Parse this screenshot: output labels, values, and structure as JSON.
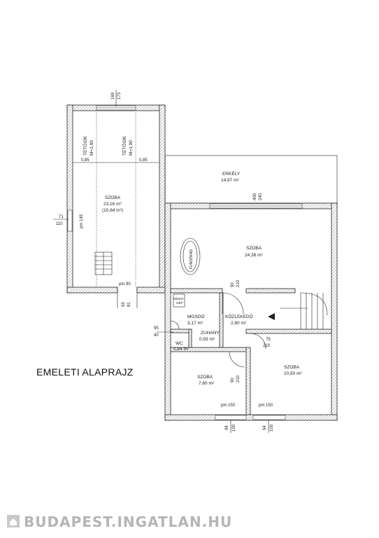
{
  "title": "EMELETI ALAPRAJZ",
  "watermark": "BUDAPEST.INGATLAN.HU",
  "rooms": {
    "szoba_top": {
      "name": "SZOBA",
      "area": "23,16 m²",
      "area2": "(10,64 m²)"
    },
    "erkely": {
      "name": "ERKÉLY",
      "area": "14,97 m²"
    },
    "szoba_main": {
      "name": "SZOBA",
      "area": "24,38 m²"
    },
    "mosdo": {
      "name": "MOSDÓ",
      "area": "3,17 m²"
    },
    "kozlekedo": {
      "name": "KÖZLEKEDŐ",
      "area": "2,80 m²"
    },
    "zuhany": {
      "name": "ZUHANY",
      "area": "0,93 m²"
    },
    "wc": {
      "name": "WC",
      "area": "0,84 m²"
    },
    "szoba_small": {
      "name": "SZOBA",
      "area": "7,60 m²"
    },
    "szoba_right": {
      "name": "SZOBA",
      "area": "10,50 m²"
    }
  },
  "labels": {
    "tetosik": "TETŐSÍK",
    "mh": "M=1,90",
    "furdokad": "FÜRDŐKÁD",
    "mosogep_1": "MOSÓ-",
    "mosogep_2": "GÉP"
  },
  "dims": {
    "d169": "169",
    "d173": "173",
    "d085a": "0,85",
    "d085b": "0,85",
    "d71": "71",
    "d110": "110",
    "pm145": "pm 145",
    "pm90": "pm 90",
    "d53": "53",
    "d81": "81",
    "d400": "400",
    "d240": "240",
    "d90a": "90",
    "d210a": "210",
    "d95": "95",
    "d40": "40",
    "d75": "75",
    "d210b": "210",
    "d90b": "90",
    "d210c": "210",
    "pm150a": "pm 150",
    "pm150b": "pm 150",
    "d94a": "94",
    "d100a": "100",
    "d94b": "94",
    "d100b": "100"
  }
}
